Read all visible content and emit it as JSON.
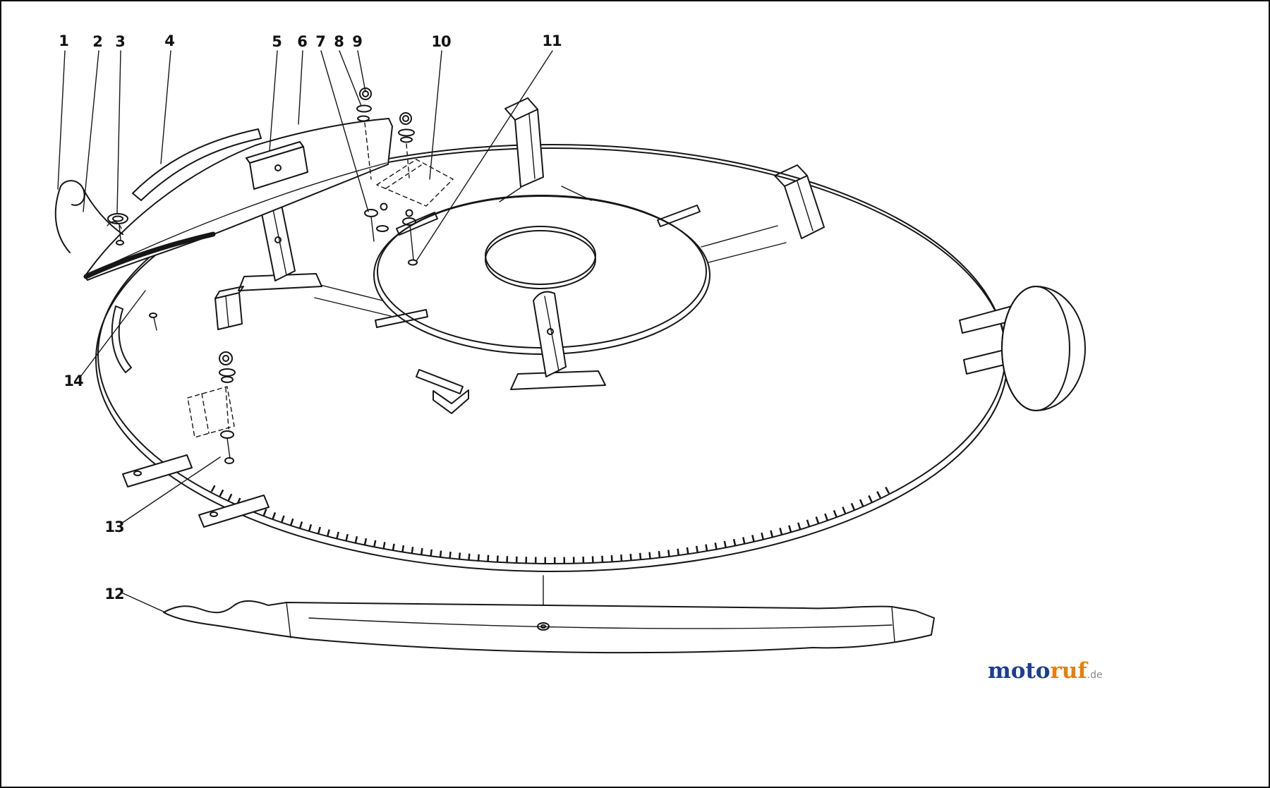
{
  "page": {
    "background": "#ffffff",
    "line_color": "#161616",
    "border_color": "#111111"
  },
  "callouts": [
    {
      "label": "1"
    },
    {
      "label": "2"
    },
    {
      "label": "3"
    },
    {
      "label": "4"
    },
    {
      "label": "5"
    },
    {
      "label": "6"
    },
    {
      "label": "7"
    },
    {
      "label": "8"
    },
    {
      "label": "9"
    },
    {
      "label": "10"
    },
    {
      "label": "11"
    },
    {
      "label": "12"
    },
    {
      "label": "13"
    },
    {
      "label": "14"
    }
  ],
  "logo": {
    "part1": "moto",
    "part2": "ruf",
    "part3": ".de",
    "color_part1": "#1c3e92",
    "color_part2": "#ee7c00",
    "color_part3": "#8a8a8a"
  }
}
